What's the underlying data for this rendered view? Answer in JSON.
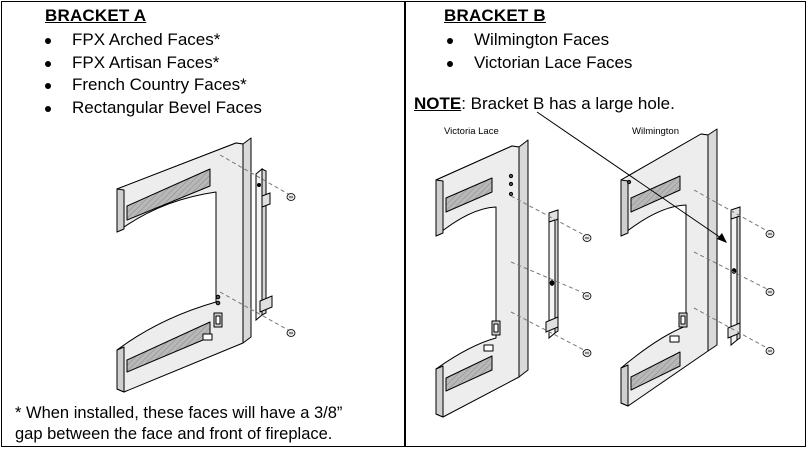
{
  "bracket_a": {
    "title": "BRACKET A",
    "items": [
      "FPX Arched Faces*",
      "FPX Artisan Faces*",
      "French Country Faces*",
      "Rectangular Bevel Faces"
    ],
    "footnote_line1": "* When installed, these faces will have a 3/8”",
    "footnote_line2": "gap between the face and front of fireplace."
  },
  "bracket_b": {
    "title": "BRACKET B",
    "items": [
      "Wilmington Faces",
      "Victorian Lace Faces"
    ],
    "note_label": "NOTE",
    "note_text": ": Bracket B has a large hole.",
    "figure_labels": {
      "left": "Victoria Lace",
      "right": "Wilmington"
    }
  }
}
